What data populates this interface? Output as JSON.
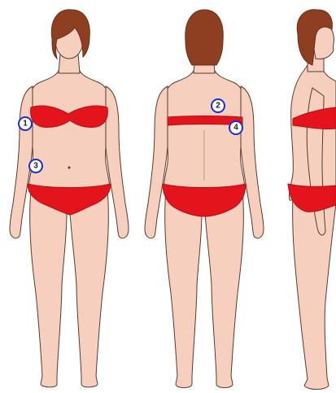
{
  "colors": {
    "background": "#ffffff",
    "skin": "#f7cfbe",
    "skin_shadow": "#e9b39e",
    "outline": "#5a3a2e",
    "hair": "#8e3f22",
    "hair_dark": "#6a2d17",
    "swimsuit": "#e3141b",
    "swimsuit_dark": "#b50e13",
    "marker_stroke": "#1a2fd6",
    "marker_fill": "#ffffff",
    "marker_text": "#222222"
  },
  "figures": [
    {
      "view": "front"
    },
    {
      "view": "back"
    },
    {
      "view": "side"
    }
  ],
  "markers": [
    {
      "label": "1"
    },
    {
      "label": "2"
    },
    {
      "label": "3"
    },
    {
      "label": "4"
    }
  ]
}
